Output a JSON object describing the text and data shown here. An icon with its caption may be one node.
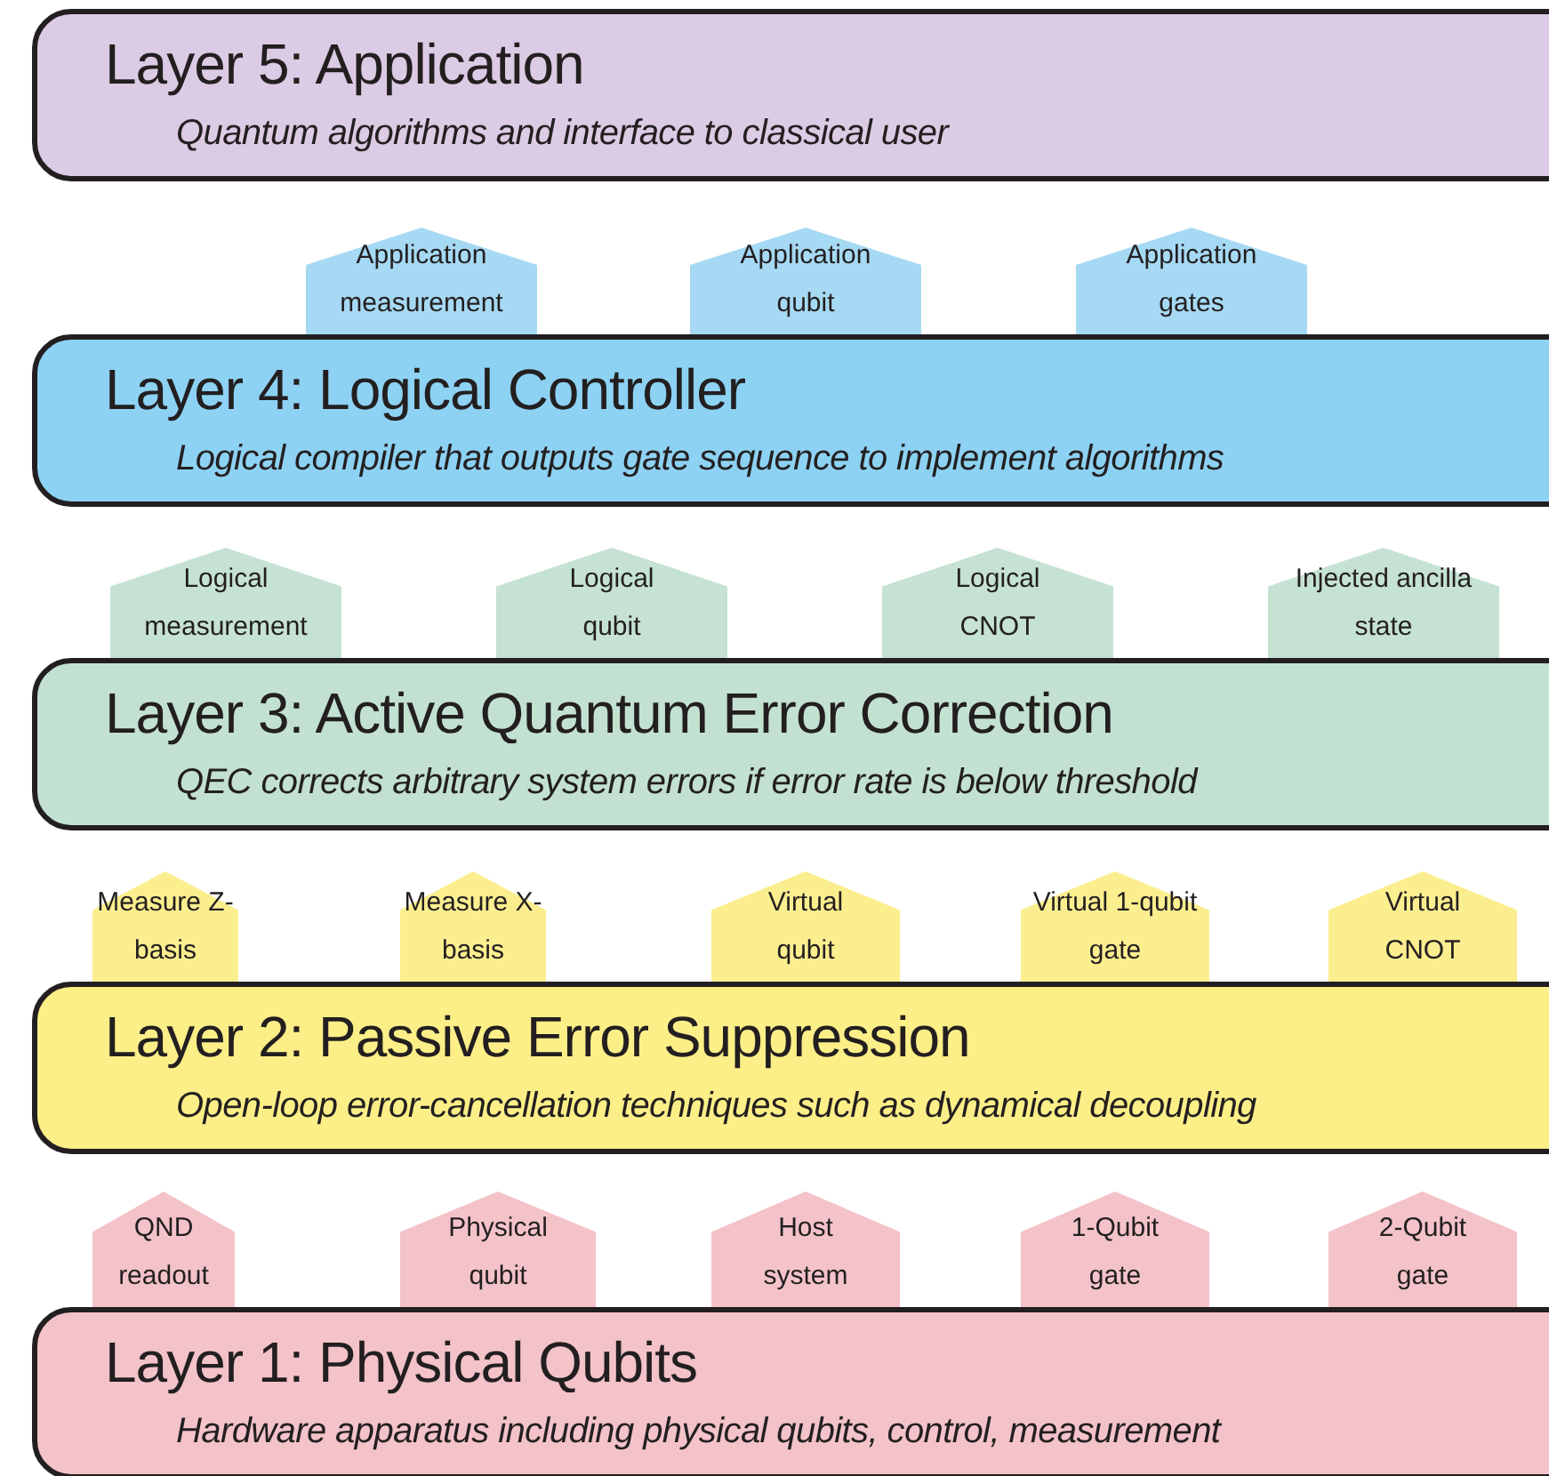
{
  "diagram": {
    "nodes": [
      {
        "text": [
          "Layer 5: Application",
          "Quantum algorithms and interface to classical user"
        ]
      },
      {
        "text": [
          "Application measurement"
        ]
      },
      {
        "text": [
          "Application qubit"
        ]
      },
      {
        "text": [
          "Application gates"
        ]
      },
      {
        "text": [
          "Layer 4: Logical Controller",
          "Logical compiler that outputs gate sequence to implement algorithms"
        ]
      },
      {
        "text": [
          "Logical measurement"
        ]
      },
      {
        "text": [
          "Logical qubit"
        ]
      },
      {
        "text": [
          "Logical CNOT"
        ]
      },
      {
        "text": [
          "Injected ancilla state"
        ]
      },
      {
        "text": [
          "Layer 3: Active Quantum Error Correction",
          "QEC corrects arbitrary system errors if error rate is below threshold"
        ]
      },
      {
        "text": [
          "Measure Z-basis"
        ]
      },
      {
        "text": [
          "Measure X-basis"
        ]
      },
      {
        "text": [
          "Virtual qubit"
        ]
      },
      {
        "text": [
          "Virtual 1-qubit gate"
        ]
      },
      {
        "text": [
          "Virtual CNOT"
        ]
      },
      {
        "text": [
          "Layer 2: Passive Error Suppression",
          "Open-loop error-cancellation techniques such as dynamical decoupling"
        ]
      },
      {
        "text": [
          "QND readout"
        ]
      },
      {
        "text": [
          "Physical qubit"
        ]
      },
      {
        "text": [
          "Host system"
        ]
      },
      {
        "text": [
          "1-Qubit gate"
        ]
      },
      {
        "text": [
          "2-Qubit gate"
        ]
      },
      {
        "text": [
          "Layer 1: Physical Qubits",
          "Hardware apparatus including physical qubits, control, measurement"
        ]
      }
    ]
  }
}
